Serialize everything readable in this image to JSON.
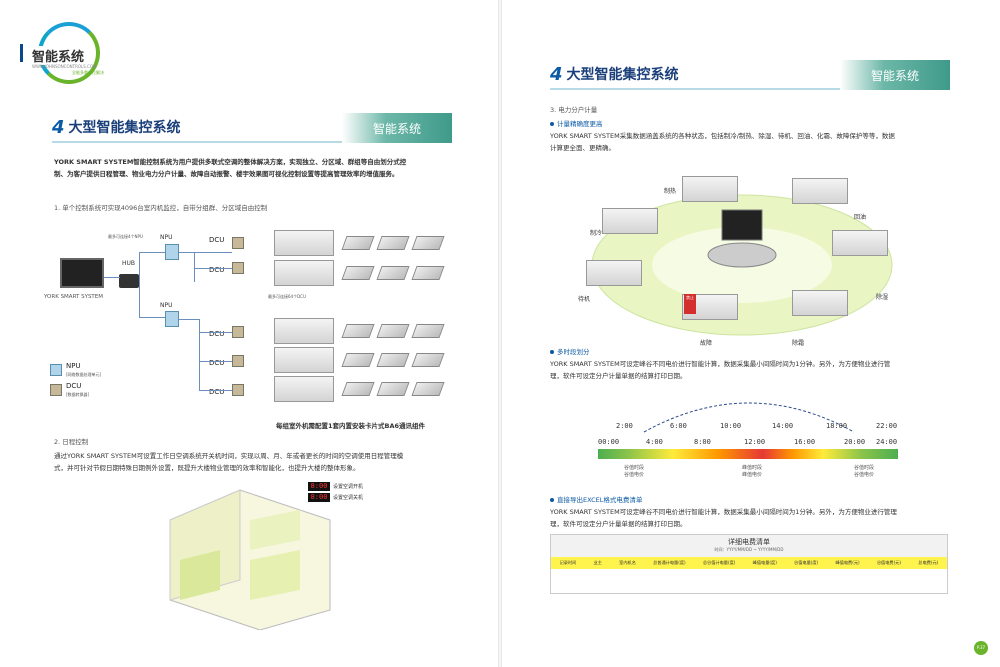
{
  "logo": {
    "text": "智能系统",
    "site": "WWW.JOHNSONCONTROLS.COM",
    "tagline": "全能多重方位解决"
  },
  "left": {
    "header_num": "4",
    "header_title": "大型智能集控系统",
    "header_tag": "智能系统",
    "intro_line1": "YORK SMART SYSTEM智能控制系统为用户提供多联式空调的整体解决方案，实现独立、分区域、群组等自由划分式控",
    "intro_line2": "制、为客户提供日程管理、物业电力分户计量、故障自动报警、楼宇效果图可视化控制设置等提高管理效率的增值服务。",
    "sec1": "1. 单个控制系统可实现4096台室内机监控，自带分组群、分区域自由控制",
    "diagram": {
      "npu_top_note": "最多可连接4个NPU",
      "npu": "NPU",
      "hub": "HUB",
      "dcu": "DCU",
      "dcu_note": "最多可连接64个DCU",
      "york": "YORK SMART SYSTEM",
      "legend_npu": "NPU",
      "legend_npu_sub": "[网络数据处理单元]",
      "legend_dcu": "DCU",
      "legend_dcu_sub": "[数据转换器]",
      "footnote": "每组室外机需配置1套内置安装卡片式BA6通讯组件"
    },
    "sec2": "2. 日程控制",
    "sec2_line1": "通过YORK SMART SYSTEM可设置工作日空调系统开关机时间，实现以周、月、年或者更长的时间的空调使用日程管理模",
    "sec2_line2": "式，并可针对节假日期特殊日期例外设置，既提升大楼物业管理的效率和智能化，也提升大楼的整体形象。",
    "timer_on": "8:00",
    "timer_on_label": "设置空调开机",
    "timer_off": "8:00",
    "timer_off_label": "设置空调关机"
  },
  "right": {
    "header_num": "4",
    "header_title": "大型智能集控系统",
    "header_tag": "智能系统",
    "sec3": "3. 电力分户计量",
    "b1": "计量精确度更高",
    "b1_line1": "YORK SMART SYSTEM采集数据涵盖系统的各种状态，包括制冷/制热、除湿、待机、回油、化霜、故障保护等等，数据",
    "b1_line2": "计算更全面、更精确。",
    "states": {
      "heat": "制热",
      "oil": "回油",
      "cool": "制冷",
      "dehum": "除湿",
      "standby": "待机",
      "defrost": "除霜",
      "fault": "故障",
      "stop": "禁止"
    },
    "b2": "多时段划分",
    "b2_line1": "YORK SMART SYSTEM可设定峰谷不同电价进行智能计算，数据采集最小间隔时间为1分钟。另外，为方便物业进行管",
    "b2_line2": "理，软件可设定分户计量单据的结算打印日期。",
    "times_top": [
      "2:00",
      "6:00",
      "10:00",
      "14:00",
      "18:00",
      "22:00"
    ],
    "times_bottom": [
      "00:00",
      "4:00",
      "8:00",
      "12:00",
      "16:00",
      "20:00",
      "24:00"
    ],
    "valley1_a": "谷值时段",
    "valley1_b": "谷值电价",
    "peak_a": "峰值时段",
    "peak_b": "峰值电价",
    "valley2_a": "谷值时段",
    "valley2_b": "谷值电价",
    "b3": "直接导出EXCEL格式电费清单",
    "b3_line1": "YORK SMART SYSTEM可设定峰谷不同电价进行智能计算，数据采集最小间隔时间为1分钟。另外，为方便物业进行管理",
    "b3_line2": "理，软件可设定分户计量单据的结算打印日期。",
    "table_title": "详细电费清单",
    "table_date": "时间：YYYY/MM/DD ~ YYYY/MM/DD",
    "table_cols": [
      "记录时间",
      "业主",
      "室内机名",
      "总普通计电量(度)",
      "总谷值计电量(度)",
      "峰值电量(度)",
      "谷值电量(度)",
      "峰值电费(元)",
      "谷值电费(元)",
      "总电费(元)"
    ],
    "page_no": "P.37"
  },
  "colors": {
    "brand_blue": "#0b5aa5",
    "accent_green": "#6ab42c",
    "tag_teal": "#3f9a8a"
  }
}
